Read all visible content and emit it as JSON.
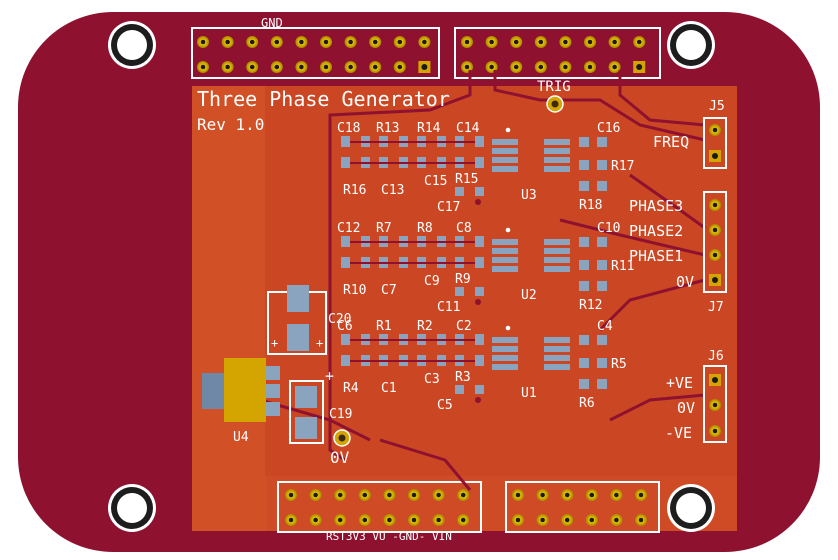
{
  "board": {
    "title": "Three Phase Generator",
    "revision": "Rev 1.0"
  },
  "headers": {
    "gnd_label": "GND",
    "bottom_left_label": "RST3V3 VU -GND- VIN"
  },
  "connectors": {
    "j5": {
      "ref": "J5",
      "pin_label": "FREQ"
    },
    "j7": {
      "ref": "J7",
      "pin_labels": [
        "PHASE3",
        "PHASE2",
        "PHASE1",
        "0V"
      ]
    },
    "j6": {
      "ref": "J6",
      "pin_labels": [
        "+VE",
        "0V",
        "-VE"
      ]
    }
  },
  "test_points": {
    "trig": "TRIG",
    "zero_v": "0V"
  },
  "components": {
    "u3_group": [
      "C18",
      "R13",
      "R14",
      "C14",
      "C16",
      "R17",
      "R16",
      "C13",
      "C15",
      "R15",
      "U3",
      "C17",
      "R18"
    ],
    "u2_group": [
      "C12",
      "R7",
      "R8",
      "C8",
      "C10",
      "R11",
      "R10",
      "C7",
      "C9",
      "R9",
      "U2",
      "C11",
      "R12"
    ],
    "u1_group": [
      "C6",
      "R1",
      "R2",
      "C2",
      "C4",
      "R5",
      "R4",
      "C1",
      "C3",
      "R3",
      "U1",
      "C5",
      "R6"
    ],
    "power": [
      "C20",
      "C19",
      "U4"
    ]
  },
  "colors": {
    "soldermask": "#8e1230",
    "copper_pour": "#cf4b25",
    "pad": "#8aa3be",
    "gold": "#d4a400",
    "silkscreen": "#ffffff"
  }
}
